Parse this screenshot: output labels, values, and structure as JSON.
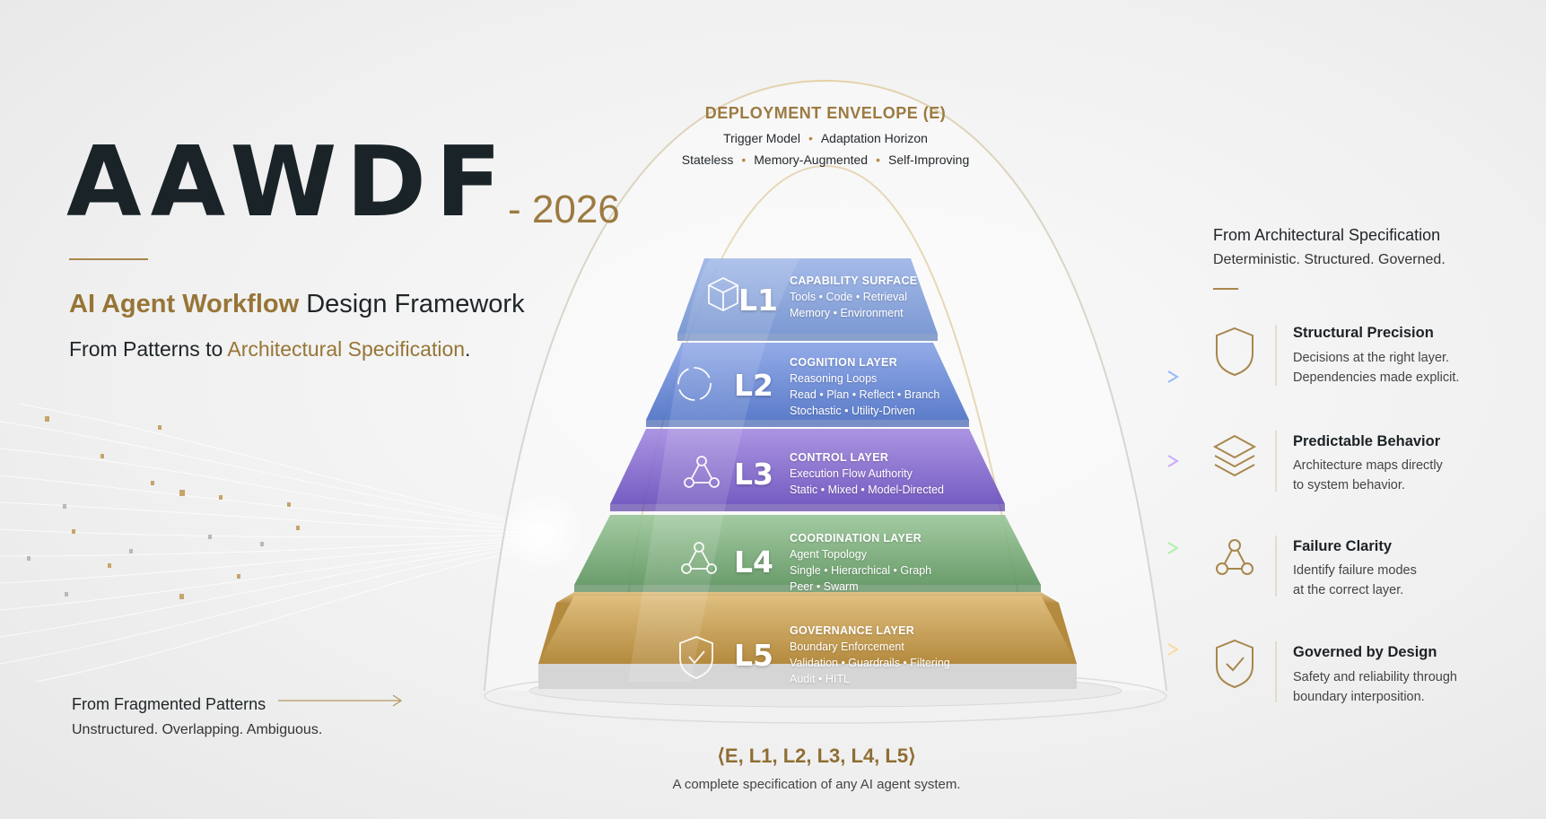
{
  "title": {
    "acronym": "AAWDF",
    "year": "- 2026"
  },
  "subtitle": {
    "highlight": "AI Agent Workflow",
    "rest": " Design Framework"
  },
  "tagline": {
    "lead": "From Patterns to ",
    "highlight": "Architectural Specification",
    "end": "."
  },
  "left_footer": {
    "title": "From Fragmented Patterns",
    "subtitle": "Unstructured. Overlapping. Ambiguous."
  },
  "envelope": {
    "title": "DEPLOYMENT ENVELOPE (E)",
    "line1": [
      "Trigger Model",
      "Adaptation Horizon"
    ],
    "line2": [
      "Stateless",
      "Memory-Augmented",
      "Self-Improving"
    ]
  },
  "layers": [
    {
      "id": "L1",
      "heading": "CAPABILITY SURFACE",
      "lines": [
        "Tools • Code • Retrieval",
        "Memory • Environment"
      ],
      "icon": "cube-icon"
    },
    {
      "id": "L2",
      "heading": "COGNITION LAYER",
      "lines": [
        "Reasoning Loops",
        "Read • Plan • Reflect • Branch",
        "Stochastic • Utility-Driven"
      ],
      "icon": "loop-icon"
    },
    {
      "id": "L3",
      "heading": "CONTROL LAYER",
      "lines": [
        "Execution Flow Authority",
        "Static • Mixed • Model-Directed"
      ],
      "icon": "graph-icon"
    },
    {
      "id": "L4",
      "heading": "COORDINATION LAYER",
      "lines": [
        "Agent Topology",
        "Single • Hierarchical • Graph",
        "Peer • Swarm"
      ],
      "icon": "network-icon"
    },
    {
      "id": "L5",
      "heading": "GOVERNANCE LAYER",
      "lines": [
        "Boundary Enforcement",
        "Validation • Guardrails • Filtering",
        "Audit • HITL"
      ],
      "icon": "shield-check-icon"
    }
  ],
  "formula": "⟨E, L1, L2, L3, L4, L5⟩",
  "formula_sub": "A complete specification of any AI agent system.",
  "right": {
    "title": "From Architectural Specification",
    "subtitle": "Deterministic. Structured. Governed.",
    "features": [
      {
        "title": "Structural Precision",
        "desc": [
          "Decisions at the right layer.",
          "Dependencies made explicit."
        ],
        "icon": "shield-icon"
      },
      {
        "title": "Predictable Behavior",
        "desc": [
          "Architecture maps directly",
          "to system behavior."
        ],
        "icon": "layers-icon"
      },
      {
        "title": "Failure Clarity",
        "desc": [
          "Identify failure modes",
          "at the correct layer."
        ],
        "icon": "network-icon"
      },
      {
        "title": "Governed by Design",
        "desc": [
          "Safety and reliability through",
          "boundary interposition."
        ],
        "icon": "shield-check-icon"
      }
    ]
  },
  "colors": {
    "gold": "#9c7a41",
    "l1": "#6f8fcf",
    "l2": "#5a7fd0",
    "l3": "#7b62c8",
    "l4": "#6fa06a",
    "l5": "#c29a4e"
  }
}
